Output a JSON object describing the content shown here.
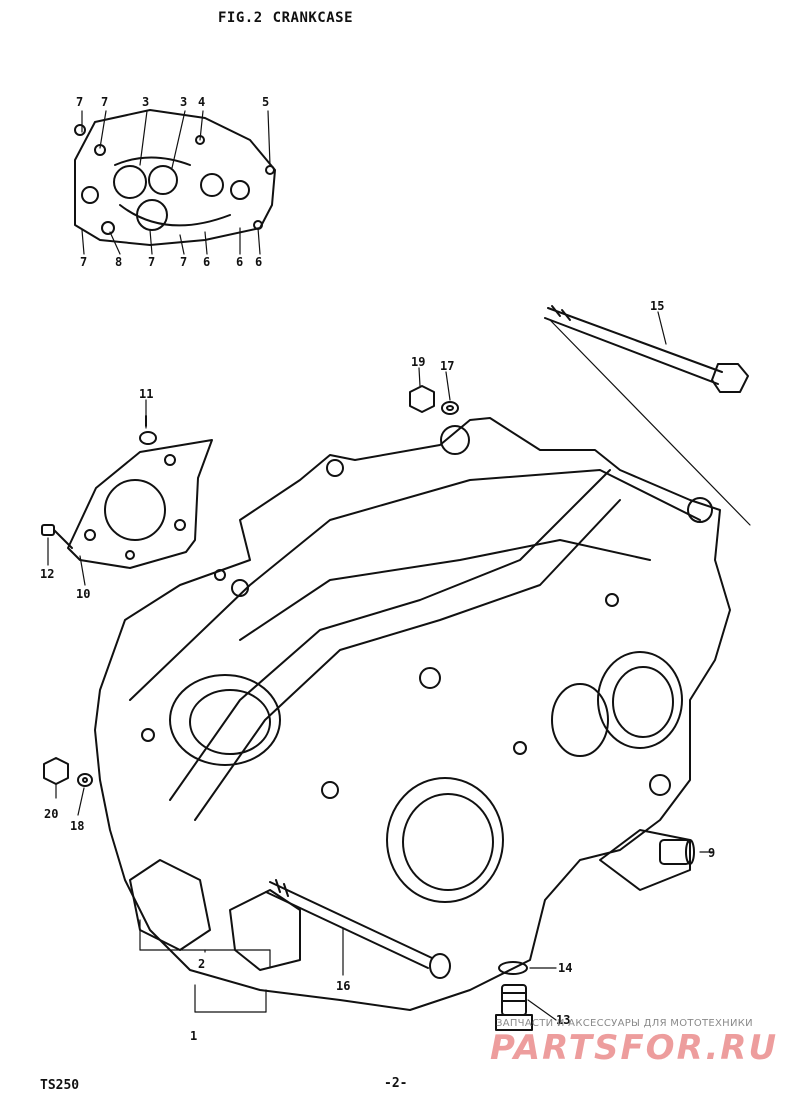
{
  "header": {
    "fig": "FIG.2",
    "title": "CRANKCASE"
  },
  "part_numbers": {
    "p1": "1",
    "p2": "2",
    "p3": "3",
    "p4": "4",
    "p5": "5",
    "p6": "6",
    "p7": "7",
    "p8": "8",
    "p9": "9",
    "p10": "10",
    "p11": "11",
    "p12": "12",
    "p13": "13",
    "p14": "14",
    "p15": "15",
    "p16": "16",
    "p17": "17",
    "p18": "18",
    "p19": "19",
    "p20": "20"
  },
  "footer": {
    "model": "TS250",
    "page": "-2-"
  },
  "watermark": {
    "tagline": "ЗАПЧАСТИ И АКСЕССУАРЫ ДЛЯ МОТОТЕХНИКИ",
    "logo": "PARTSFOR.RU"
  }
}
